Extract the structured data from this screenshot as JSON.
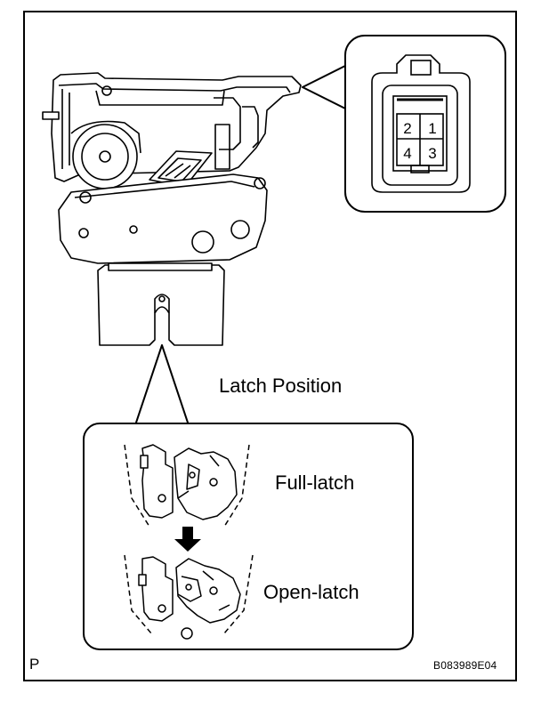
{
  "figure": {
    "title": "Latch Position",
    "states": [
      {
        "label": "Full-latch"
      },
      {
        "label": "Open-latch"
      }
    ],
    "connector": {
      "terminals": [
        "2",
        "1",
        "4",
        "3"
      ]
    },
    "corner_mark": "P",
    "figure_code": "B083989E04",
    "icons": [
      "door-lock-assembly-icon",
      "connector-icon",
      "latch-full-icon",
      "latch-open-icon",
      "down-arrow-icon"
    ]
  }
}
